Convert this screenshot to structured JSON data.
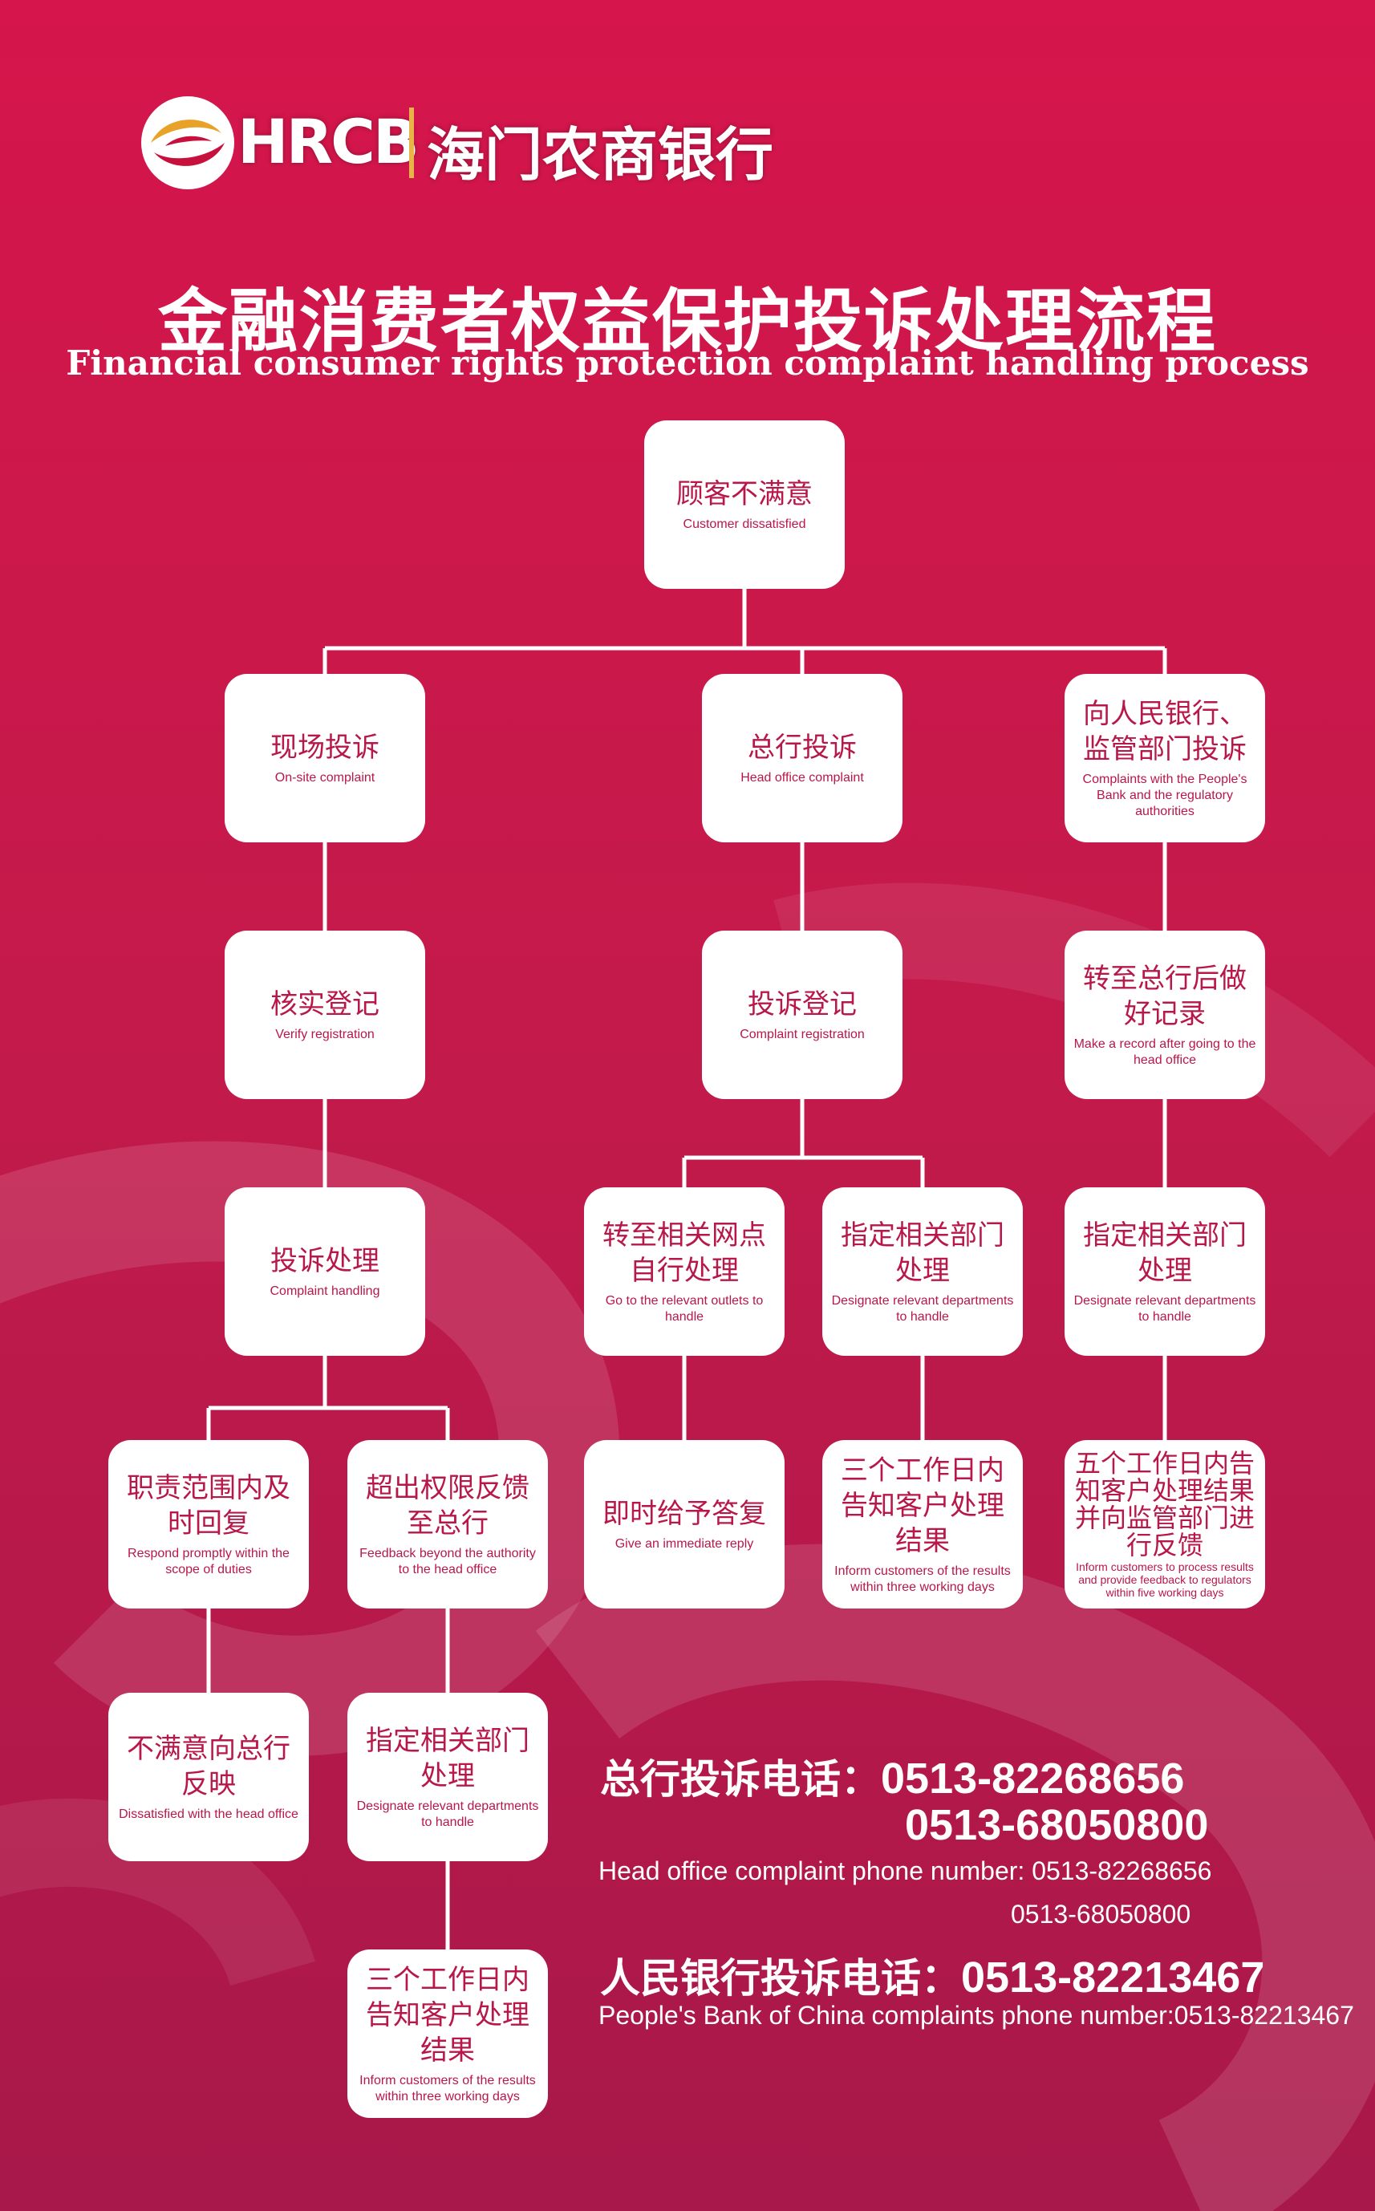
{
  "header": {
    "logo_latin": "HRCB",
    "logo_cn": "海门农商银行",
    "title_cn": "金融消费者权益保护投诉处理流程",
    "title_en": "Financial consumer rights protection complaint handling process"
  },
  "nodes": {
    "root": {
      "cn": "顾客不满意",
      "en": "Customer dissatisfied"
    },
    "onsite": {
      "cn": "现场投诉",
      "en": "On-site complaint"
    },
    "head_office": {
      "cn": "总行投诉",
      "en": "Head office complaint"
    },
    "pboc": {
      "cn": "向人民银行、监管部门投诉",
      "en": "Complaints with the People's Bank and the regulatory authorities"
    },
    "verify": {
      "cn": "核实登记",
      "en": "Verify registration"
    },
    "complaint_reg": {
      "cn": "投诉登记",
      "en": "Complaint registration"
    },
    "record": {
      "cn": "转至总行后做好记录",
      "en": "Make a record after going to the head office"
    },
    "handling": {
      "cn": "投诉处理",
      "en": "Complaint handling"
    },
    "outlets": {
      "cn": "转至相关网点自行处理",
      "en": "Go to the relevant outlets to handle"
    },
    "designate_mid": {
      "cn": "指定相关部门处理",
      "en": "Designate relevant departments to handle"
    },
    "designate_right": {
      "cn": "指定相关部门处理",
      "en": "Designate relevant departments to handle"
    },
    "respond": {
      "cn": "职责范围内及时回复",
      "en": "Respond promptly within the scope of duties"
    },
    "beyond": {
      "cn": "超出权限反馈至总行",
      "en": "Feedback beyond the authority to the head office"
    },
    "immediate": {
      "cn": "即时给予答复",
      "en": "Give an immediate reply"
    },
    "three_days_mid": {
      "cn": "三个工作日内告知客户处理结果",
      "en": "Inform customers of the results within three working days"
    },
    "five_days": {
      "cn": "五个工作日内告知客户处理结果并向监管部门进行反馈",
      "en": "Inform customers to process results and provide feedback to regulators within five working days"
    },
    "dissatisfied": {
      "cn": "不满意向总行反映",
      "en": "Dissatisfied with the head office"
    },
    "designate_left": {
      "cn": "指定相关部门处理",
      "en": "Designate relevant departments to handle"
    },
    "three_days_left": {
      "cn": "三个工作日内告知客户处理结果",
      "en": "Inform customers of the results within three working days"
    }
  },
  "contact": {
    "head_label": "总行投诉电话：",
    "head_phone_1": "0513-82268656",
    "head_phone_2": "0513-68050800",
    "head_en_1": "Head office complaint phone number: 0513-82268656",
    "head_en_2": "0513-68050800",
    "pboc_label": "人民银行投诉电话：",
    "pboc_phone": "0513-82213467",
    "pboc_en": "People's Bank of China complaints phone number:0513-82213467"
  },
  "colors": {
    "brand_red": "#d5154b",
    "text_red": "#b8174a",
    "accent_gold": "#e8b448"
  }
}
